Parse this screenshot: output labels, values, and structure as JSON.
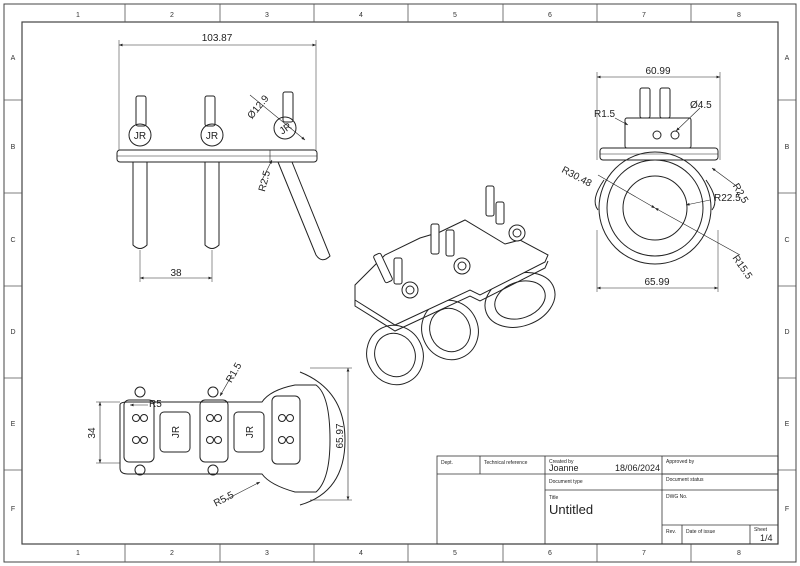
{
  "sheet": {
    "zones_top": [
      "1",
      "2",
      "3",
      "4",
      "5",
      "6",
      "7",
      "8"
    ],
    "zones_bottom": [
      "1",
      "2",
      "3",
      "4",
      "5",
      "6",
      "7",
      "8"
    ],
    "zones_left": [
      "A",
      "B",
      "C",
      "D",
      "E",
      "F"
    ],
    "zones_right": [
      "A",
      "B",
      "C",
      "D",
      "E",
      "F"
    ]
  },
  "front_view": {
    "overall_width": "103.87",
    "pin_diameter": "Ø12.9",
    "corner_radius": "R2.5",
    "pin_spacing": "38",
    "badge_text": "JR"
  },
  "side_view": {
    "overall_width": "60.99",
    "radius_small": "R1.5",
    "hole_diameter": "Ø4.5",
    "radius_outer": "R30.48",
    "radius_edge": "R2.5",
    "radius_inner": "R22.5",
    "radius_ring": "R15.5",
    "ring_width": "65.99"
  },
  "top_view": {
    "radius_top": "R1.5",
    "radius_slot": "R5",
    "height_left": "34",
    "height_right": "65.97",
    "radius_bottom": "R5.5",
    "badge_text": "JR"
  },
  "title_block": {
    "dept_label": "Dept.",
    "tech_ref_label": "Technical reference",
    "created_by_label": "Created by",
    "created_by_value": "Joanne",
    "date_value": "18/06/2024",
    "approved_by_label": "Approved by",
    "doc_type_label": "Document type",
    "doc_status_label": "Document status",
    "title_label": "Title",
    "title_value": "Untitled",
    "dwg_no_label": "DWG No.",
    "rev_label": "Rev.",
    "date_of_issue_label": "Date of issue",
    "sheet_label": "Sheet",
    "sheet_value": "1/4"
  }
}
